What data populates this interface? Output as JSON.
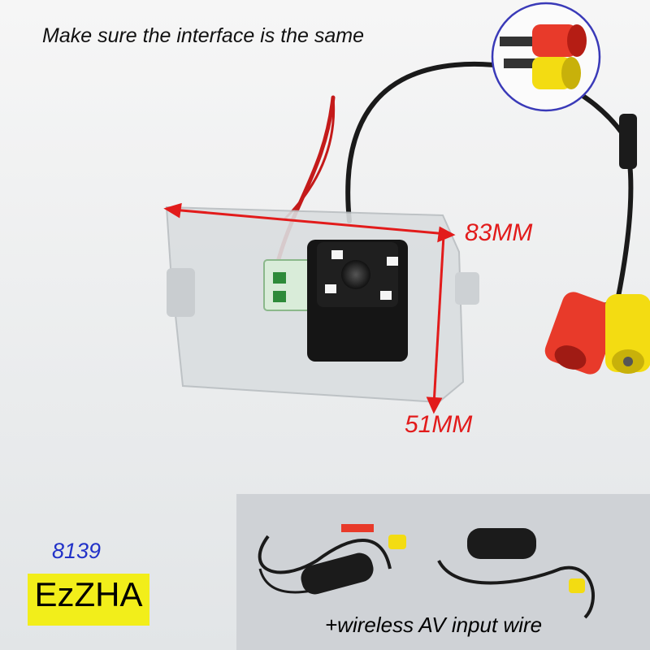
{
  "headline": "Make sure the interface is the same",
  "dimensions": {
    "width": "83MM",
    "height": "51MM"
  },
  "model_number": "8139",
  "brand": "EzZHA",
  "inset_caption": "+wireless AV input wire",
  "colors": {
    "dimension_text": "#e21b1b",
    "model_text": "#2232c8",
    "brand_bg": "#f2ee1a"
  }
}
